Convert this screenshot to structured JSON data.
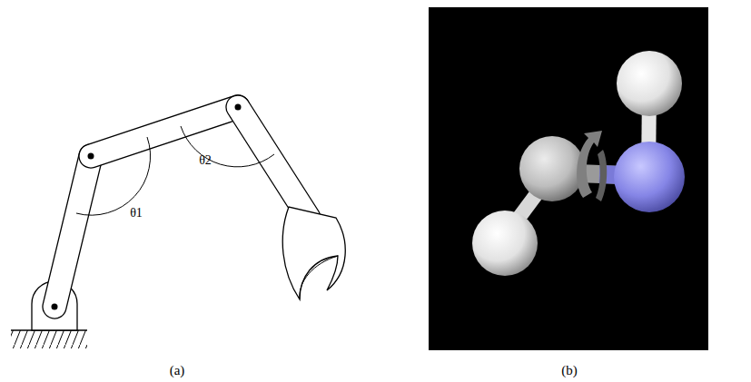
{
  "diagram": {
    "labels": [
      "θ1",
      "θ2",
      "(a)",
      "(b)"
    ]
  }
}
